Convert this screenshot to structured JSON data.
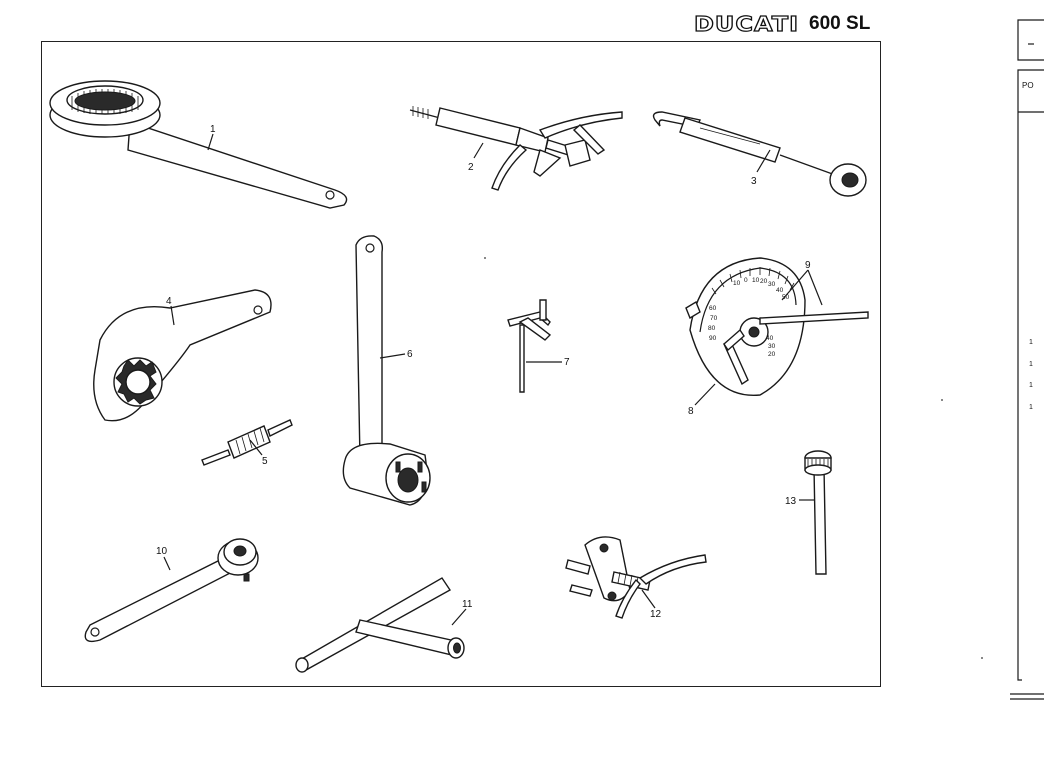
{
  "header": {
    "brand": "DUCATI",
    "model": "600 SL"
  },
  "callouts": [
    "1",
    "2",
    "3",
    "4",
    "5",
    "6",
    "7",
    "8",
    "9",
    "10",
    "11",
    "12",
    "13"
  ],
  "dial_scale": [
    "10",
    "0",
    "10",
    "20",
    "30",
    "40",
    "50",
    "60",
    "70",
    "80",
    "90",
    "40",
    "30",
    "20"
  ],
  "right_edge": {
    "box_text": "PO",
    "numbers": [
      "1",
      "1",
      "1",
      "1"
    ]
  }
}
